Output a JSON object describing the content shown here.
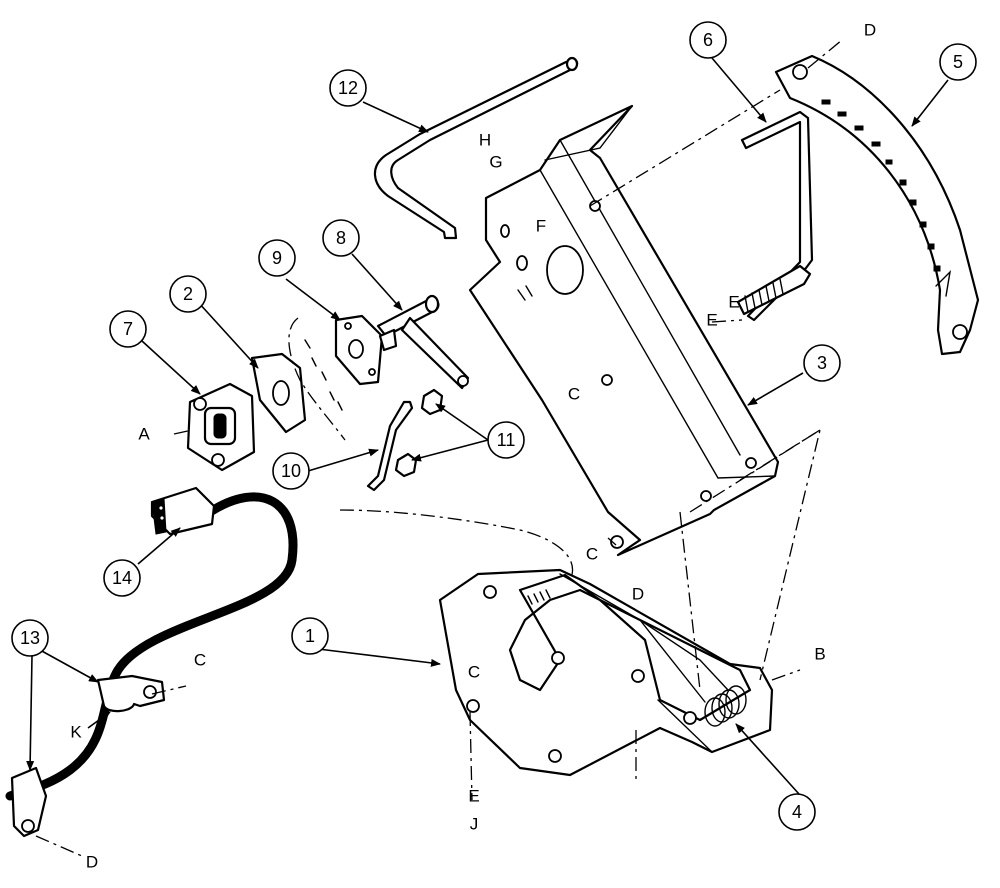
{
  "colors": {
    "line": "#000000",
    "background": "#ffffff"
  },
  "callouts": [
    "1",
    "2",
    "3",
    "4",
    "5",
    "6",
    "7",
    "8",
    "9",
    "10",
    "11",
    "12",
    "13",
    "14"
  ],
  "letters": {
    "A": "A",
    "B": "B",
    "C": "C",
    "D": "D",
    "E": "E",
    "F": "F",
    "G": "G",
    "H": "H",
    "J": "J",
    "K": "K"
  }
}
